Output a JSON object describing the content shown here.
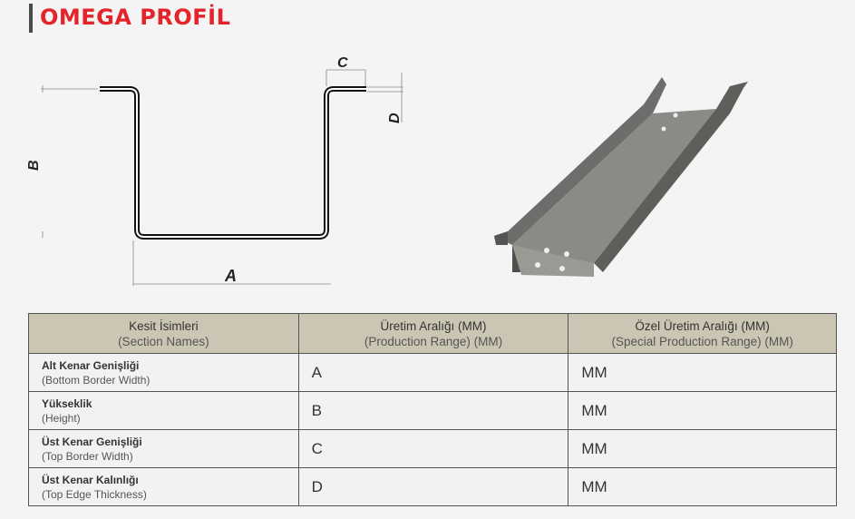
{
  "title": "OMEGA PROFİL",
  "diagram": {
    "labels": {
      "a": "A",
      "b": "B",
      "c": "C",
      "d": "D"
    }
  },
  "table": {
    "headers": [
      {
        "tr": "Kesit İsimleri",
        "en": "(Section Names)"
      },
      {
        "tr": "Üretim Aralığı (MM)",
        "en": "(Production Range) (MM)"
      },
      {
        "tr": "Özel Üretim Aralığı (MM)",
        "en": "(Special Production Range) (MM)"
      }
    ],
    "rows": [
      {
        "tr": "Alt Kenar Genişliği",
        "en": "(Bottom Border Width)",
        "range": "A",
        "special": "MM"
      },
      {
        "tr": "Yükseklik",
        "en": "(Height)",
        "range": "B",
        "special": "MM"
      },
      {
        "tr": "Üst Kenar Genişliği",
        "en": "(Top Border Width)",
        "range": "C",
        "special": "MM"
      },
      {
        "tr": "Üst Kenar Kalınlığı",
        "en": "(Top Edge Thickness)",
        "range": "D",
        "special": "MM"
      }
    ]
  }
}
